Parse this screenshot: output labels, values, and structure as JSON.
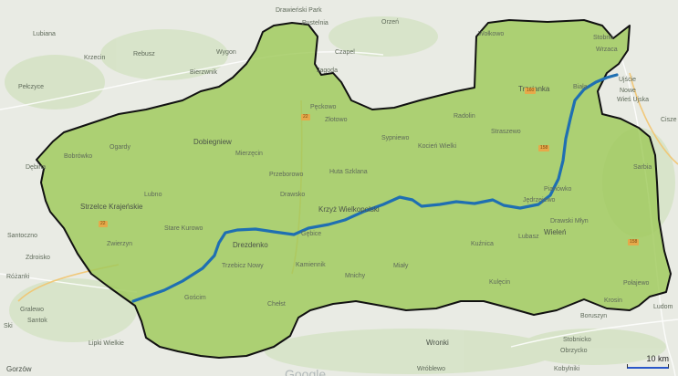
{
  "scale": {
    "label": "10 km",
    "color": "#2a56c9"
  },
  "attribution": "Google",
  "colors": {
    "region_fill": "#9fc95a",
    "border": "#111111",
    "river": "#1f6fb2",
    "base": "#e9ebe4"
  },
  "roads": [
    "22",
    "22",
    "158",
    "158",
    "160"
  ],
  "places": [
    "Drawieński Park",
    "Pustelnia",
    "Orzeń",
    "Wygon",
    "Czapel",
    "Jagoda",
    "Wołkowo",
    "Stobno",
    "Wrzaca",
    "Lubiana",
    "Krzecin",
    "Rebusz",
    "Pełczyce",
    "Bierzwnik",
    "Ujście",
    "Nowe",
    "Wieś Ujska",
    "Trzcianka",
    "Biała",
    "Cisze",
    "Pęckowo",
    "Złotowo",
    "Radolin",
    "Ogardy",
    "Dobiegniew",
    "Bobrówko",
    "Sypniewo",
    "Kocień Wielki",
    "Dębina",
    "Mierzęcin",
    "Przeborowo",
    "Huta Szklana",
    "Straszewo",
    "Lubno",
    "Drawsko",
    "Sarbia",
    "Strzelce Krajeńskie",
    "Krzyż Wielkopolski",
    "Jędrzejewo",
    "Pianówko",
    "Stare Kurowo",
    "Gębice",
    "Santoczno",
    "Drezdenko",
    "Drawski Młyn",
    "Wieleń",
    "Zdroisko",
    "Zwierzyn",
    "Miały",
    "Lubasz",
    "Kuźnica",
    "Trzebicz Nowy",
    "Kamiennik",
    "Mnichy",
    "Chełst",
    "Różanki",
    "Gralewo",
    "Santok",
    "Gościm",
    "Połajewo",
    "Kulęcin",
    "Krosin",
    "Boruszyn",
    "Lipki Wielkie",
    "Wronki",
    "Stobnicko",
    "Obrzycko",
    "Wróblewo",
    "Kobylniki",
    "Gorzów",
    "Ludom",
    "Ski"
  ]
}
